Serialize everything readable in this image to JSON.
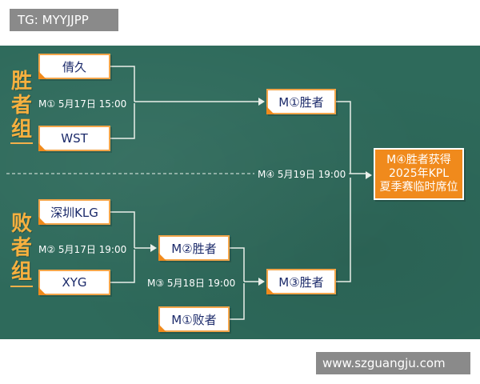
{
  "watermarks": {
    "top": "TG: MYYJJPP",
    "bottom": "www.szguangju.com"
  },
  "groups": {
    "winners": "胜\n者\n组",
    "losers": "败\n者\n组"
  },
  "teams": {
    "t1": "倩久",
    "t2": "WST",
    "t3": "深圳KLG",
    "t4": "XYG"
  },
  "results": {
    "m1_winner": "M①胜者",
    "m2_winner": "M②胜者",
    "m3_winner": "M③胜者",
    "m1_loser": "M①败者"
  },
  "matches": {
    "m1": "M① 5月17日 15:00",
    "m2": "M② 5月17日 19:00",
    "m3": "M③ 5月18日 19:00",
    "m4": "M④ 5月19日 19:00"
  },
  "final": {
    "line1": "M④胜者获得",
    "line2": "2025年KPL",
    "line3": "夏季赛临时席位"
  },
  "colors": {
    "board": "#2e6a5b",
    "accent_orange": "#f08a1c",
    "box_border": "#f3a54a",
    "group_label": "#f6b03f",
    "team_text": "#1b2a6a"
  }
}
